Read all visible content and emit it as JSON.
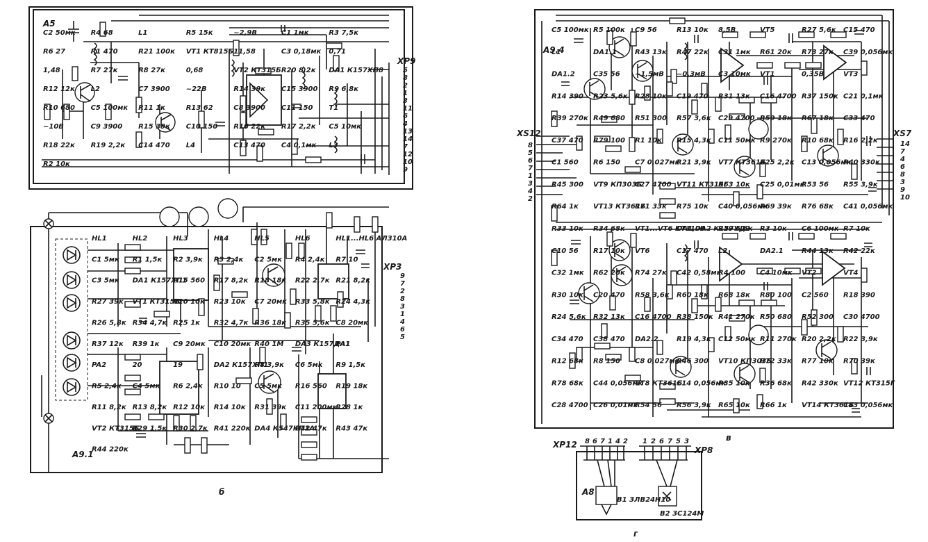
{
  "panel_a": {
    "block": "A5",
    "labels": [
      "C2 50мк",
      "R4 68",
      "L1",
      "R5 15к",
      "~2,9В",
      "C1 1мк",
      "R3 7,5к",
      "R6 27",
      "R1 470",
      "R21 100к",
      "VT1 КТ815Б",
      "11,58",
      "C3 0,18мк",
      "0,71",
      "1,48",
      "R7 27к",
      "R8 27к",
      "0,68",
      "VT2 КТ315Б",
      "R20 8,2к",
      "DA1 К157ХП8",
      "R12 12к",
      "L2",
      "C7 3900",
      "~22В",
      "R14 39к",
      "C15 3900",
      "R9 6,8к",
      "R10 680",
      "C5 100мк",
      "R11 1к",
      "R13 62",
      "C8 3900",
      "C11 150",
      "T1",
      "~10В",
      "C9 3900",
      "R15 39к",
      "C10 150",
      "R16 22к",
      "R17 2,2к",
      "C5 10мк",
      "R18 22к",
      "R19 2,2к",
      "C14 470",
      "L4",
      "C13 470",
      "C4 0,1мк",
      "L3",
      "R2 10к"
    ],
    "connector": "XP9",
    "pins": [
      "5",
      "8",
      "2",
      "1",
      "3",
      "11",
      "6",
      "4",
      "13",
      "14",
      "7",
      "12",
      "10",
      "9"
    ]
  },
  "panel_b": {
    "block": "A9.1",
    "caption": "б",
    "labels": [
      "HL1",
      "HL2",
      "HL3",
      "HL4",
      "HL5",
      "HL6",
      "HL1...HL6 АЛ310А",
      "C1 5мк",
      "R1 1,5к",
      "R2 3,9к",
      "R3 2,4к",
      "C2 5мк",
      "R4 2,4к",
      "R7 10",
      "C3 5мк",
      "DA1 К157ХП1",
      "R15 560",
      "R17 8,2к",
      "R18 18к",
      "R22 2,7к",
      "R21 8,2к",
      "R27 39к",
      "VT1 КТ315Б",
      "R20 10к",
      "R23 10к",
      "C7 20мк",
      "R33 5,8к",
      "R24 4,3к",
      "R26 5,8к",
      "R34 4,7к",
      "R25 1к",
      "R32 4,7к",
      "R36 18к",
      "R35 5,6к",
      "C8 20мк",
      "R37 12к",
      "R39 1к",
      "C9 20мк",
      "C10 20мк",
      "R40 1М",
      "DA3 К157ДА1",
      "PA1",
      "PA2",
      "20",
      "19",
      "DA2 К157ХП1",
      "R8 3,9к",
      "C6 5мк",
      "R9 1,5к",
      "R5 2,4к",
      "C4 5мк",
      "R6 2,4к",
      "R10 10",
      "C5 5мк",
      "R16 560",
      "R19 18к",
      "R11 8,2к",
      "R13 8,2к",
      "R12 10к",
      "R14 10к",
      "R31 39к",
      "C11 200мк",
      "R28 1к",
      "VT2 КТ315Б",
      "R29 1,5к",
      "R30 2,7к",
      "R41 220к",
      "DA4 К547КП1А",
      "R42 47к",
      "R43 47к",
      "R44 220к"
    ],
    "connector": "XP3",
    "pins": [
      "9",
      "7",
      "2",
      "8",
      "3",
      "1",
      "4",
      "6",
      "5"
    ]
  },
  "panel_v": {
    "block": "A9.4",
    "caption": "в",
    "labels": [
      "C5 100мк",
      "R5 100к",
      "C9 56",
      "R13 10к",
      "8,5В",
      "VT5",
      "R27 5,6к",
      "C15 470",
      "L1",
      "DA1.1",
      "R43 13к",
      "R47 22к",
      "C31 1мк",
      "R61 20к",
      "R73 27к",
      "C39 0,056мк",
      "DA1.2",
      "C35 56",
      "~1,5мВ",
      "~0,3мВ",
      "C3 10мк",
      "VT1",
      "0,35В",
      "VT3",
      "R14 390",
      "R23 5,6к",
      "R28 10к",
      "C19 470",
      "R31 13к",
      "C16 4700",
      "R37 150к",
      "C21 0,1мк",
      "R39 270к",
      "R49 680",
      "R51 300",
      "R57 3,6к",
      "C29 4700",
      "R59 18к",
      "R67 18к",
      "C33 470",
      "C37 470",
      "R79 100",
      "R1 10к",
      "R15 4,3к",
      "C11 50мк",
      "R9 270к",
      "R10 68к",
      "R16 2,2к",
      "C1 560",
      "R6 150",
      "C7 0,027мк",
      "R21 3,9к",
      "VT7 КТ361Б",
      "R25 2,2к",
      "C13 0,056мк",
      "R40 330к",
      "R45 300",
      "VT9 КП303Б",
      "C27 4700",
      "VT11 КТ315Г",
      "R63 10к",
      "C25 0,01мк",
      "R53 56",
      "R55 3,9к",
      "R64 1к",
      "VT13 КТ361Б",
      "R71 33к",
      "R75 10к",
      "C40 0,056мк",
      "R69 39к",
      "R76 68к",
      "C41 0,056мк",
      "R33 10к",
      "R34 68к",
      "VT1...VT6 КТ310В",
      "DA1,DA2 К157УД2",
      "R29 5,6к",
      "R3 10к",
      "C6 100мк",
      "R7 10к",
      "C10 56",
      "R17 10к",
      "VT6",
      "C17 470",
      "L2",
      "DA2.1",
      "R44 13к",
      "R42 22к",
      "C32 1мк",
      "R62 20к",
      "R74 27к",
      "C42 0,58мк",
      "R4 100",
      "C4 10мк",
      "VT2",
      "VT4",
      "R30 10к",
      "C20 470",
      "R58 3,6к",
      "R60 18к",
      "R68 18к",
      "R80 100",
      "C2 560",
      "R18 390",
      "R24 5,6к",
      "R32 13к",
      "C16 4700",
      "R38 150к",
      "R41 270к",
      "R50 680",
      "R52 300",
      "C30 4700",
      "C34 470",
      "C38 470",
      "DA2.2",
      "R19 4,3к",
      "C12 50мк",
      "R11 270к",
      "R20 2,2к",
      "R22 3,9к",
      "R12 68к",
      "R8 150",
      "C8 0,027мк",
      "R46 300",
      "VT10 КП303Б",
      "R72 33к",
      "R77 10к",
      "R70 39к",
      "R78 68к",
      "C44 0,056мк",
      "VT8 КТ361Б",
      "C14 0,056мк",
      "R35 10к",
      "R36 68к",
      "R42 330к",
      "VT12 КТ315Г",
      "C28 4700",
      "C26 0,01мк",
      "R54 56",
      "R56 3,9к",
      "R65 10к",
      "R66 1к",
      "VT14 КТ361Б",
      "C43 0,056мк"
    ],
    "connector_left": "XS12",
    "pins_left": [
      "8",
      "5",
      "6",
      "7",
      "1",
      "3",
      "4",
      "2"
    ],
    "connector_right": "XS7",
    "pins_right": [
      "14",
      "7",
      "4",
      "6",
      "8",
      "3",
      "9",
      "10"
    ]
  },
  "panel_g": {
    "block": "A8",
    "caption": "г",
    "left_connector": "XP12",
    "left_pins": [
      "8",
      "6",
      "7",
      "1",
      "4",
      "2"
    ],
    "right_connector": "XP8",
    "right_pins": [
      "1",
      "2",
      "6",
      "7",
      "5",
      "3"
    ],
    "b1": "B1 ЗЛВ24Н10",
    "b2": "B2 ЗС124М"
  }
}
